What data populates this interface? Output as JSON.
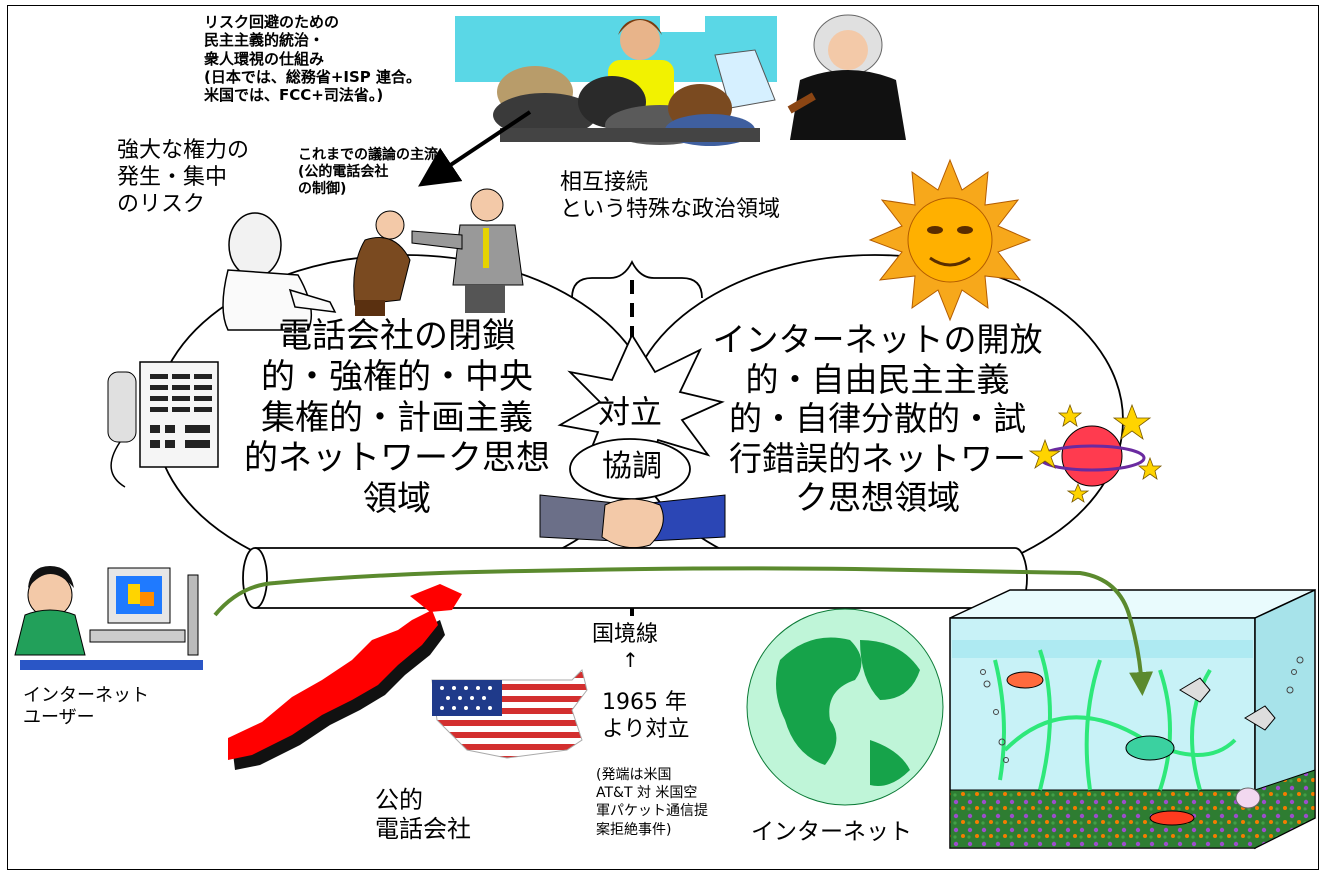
{
  "labels": {
    "risk_mechanism": "リスク回避のための\n民主主義的統治・\n衆人環視の仕組み\n(日本では、総務省+ISP 連合。\n 米国では、FCC+司法省。)",
    "power_risk": "強大な権力の\n発生・集中\nのリスク",
    "mainstream": "これまでの議論の主流\n(公的電話会社\n  の制御)",
    "interconnect": "相互接続\nという特殊な政治領域",
    "telco_domain": "電話会社の閉鎖\n的・強権的・中央\n集権的・計画主義\n的ネットワーク思想\n領域",
    "internet_domain": "インターネットの開放\n的・自由民主主義\n的・自律分散的・試\n行錯誤的ネットワー\nク思想領域",
    "conflict": "対立",
    "cooperation": "協調",
    "border": "国境線",
    "border_arrow": "↑",
    "since_1965": "1965 年\nより対立",
    "origin_note": "(発端は米国\nAT&T 対 米国空\n軍パケット通信提\n案拒絶事件)",
    "internet_user": "インターネット\nユーザー",
    "public_telco": "公的\n電話会社",
    "internet": "インターネット"
  },
  "colors": {
    "japan": "#ff0000",
    "globe_land": "#16a34a",
    "globe_sea": "#bff5d8",
    "pipe_route": "#5b8a2e",
    "sun": "#f7a81b",
    "planet": "#ff3b4f",
    "star": "#ffd400",
    "tank_water": "#c8f2f7"
  },
  "icons": [
    "judge-meeting-icon",
    "bully-figures-icon",
    "telephone-icon",
    "sun-face-icon",
    "planet-stars-icon",
    "handshake-icon",
    "computer-user-icon",
    "japan-map-icon",
    "us-flag-icon",
    "globe-icon",
    "aquarium-icon"
  ]
}
